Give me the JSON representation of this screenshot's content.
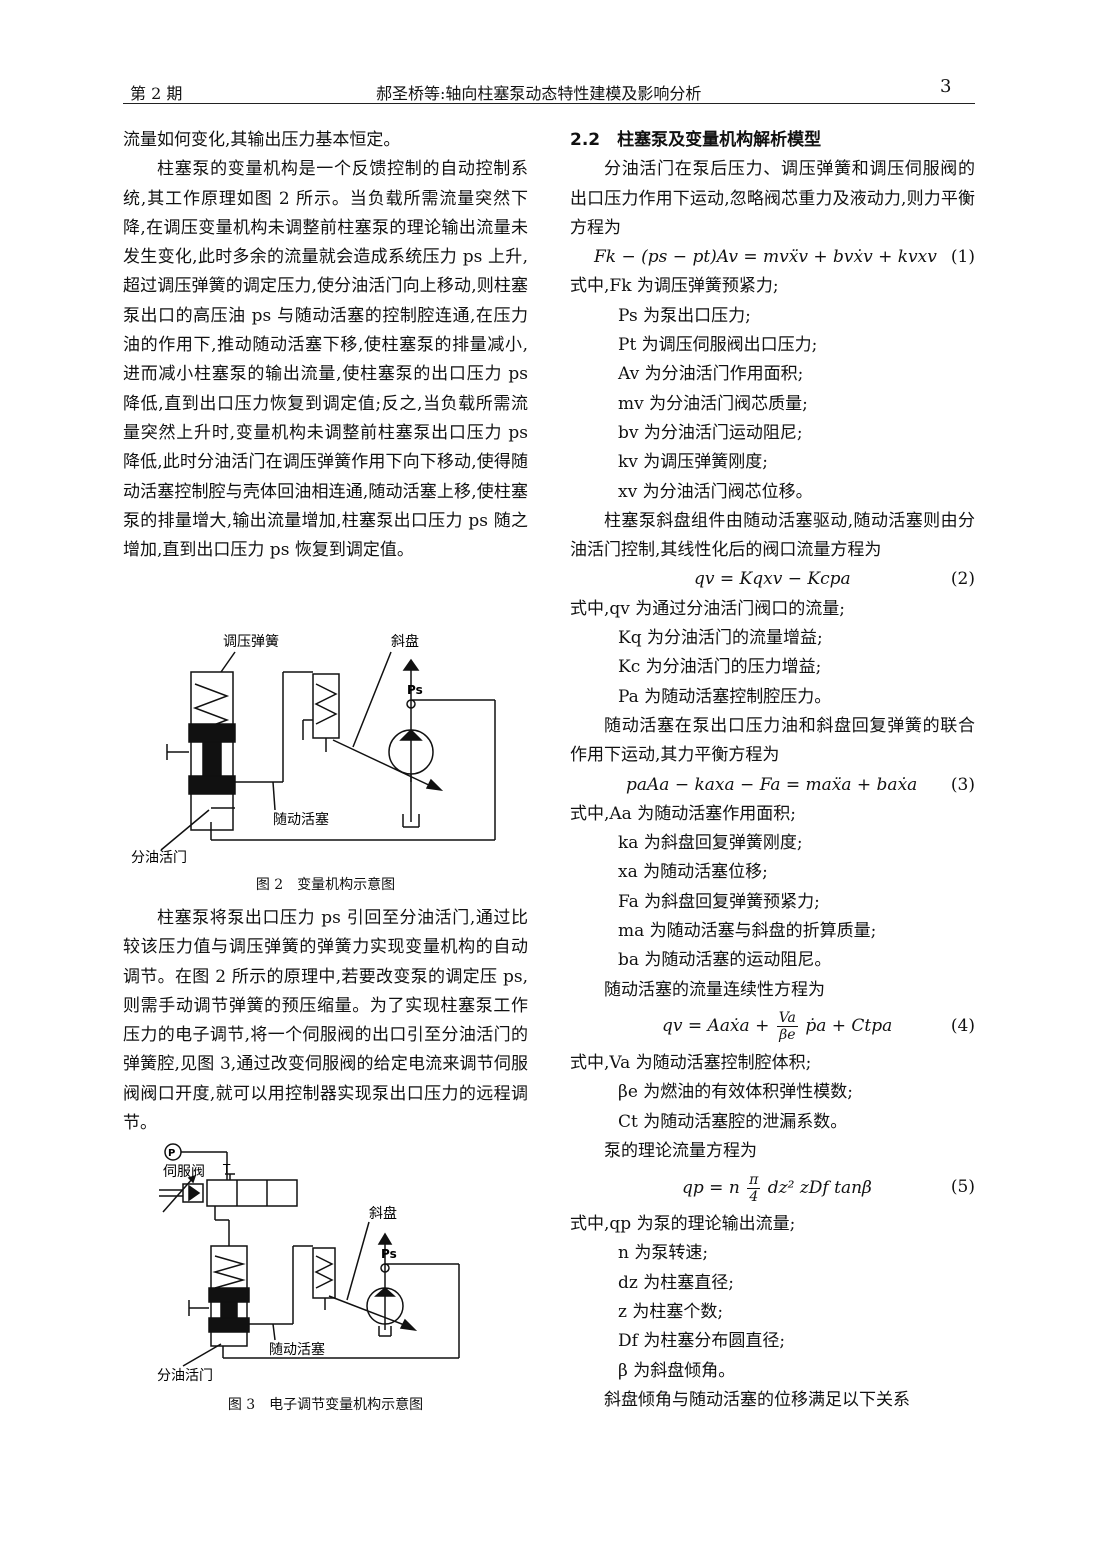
{
  "header": {
    "issue": "第 2 期",
    "title": "郝圣桥等:轴向柱塞泵动态特性建模及影响分析",
    "page_number": "3"
  },
  "left": {
    "p1": "流量如何变化,其输出压力基本恒定。",
    "p2": "柱塞泵的变量机构是一个反馈控制的自动控制系统,其工作原理如图 2 所示。当负载所需流量突然下降,在调压变量机构未调整前柱塞泵的理论输出流量未发生变化,此时多余的流量就会造成系统压力 ps 上升,超过调压弹簧的调定压力,使分油活门向上移动,则柱塞泵出口的高压油 ps 与随动活塞的控制腔连通,在压力油的作用下,推动随动活塞下移,使柱塞泵的排量减小,进而减小柱塞泵的输出流量,使柱塞泵的出口压力 ps 降低,直到出口压力恢复到调定值;反之,当负载所需流量突然上升时,变量机构未调整前柱塞泵出口压力 ps 降低,此时分油活门在调压弹簧作用下向下移动,使得随动活塞控制腔与壳体回油相连通,随动活塞上移,使柱塞泵的排量增大,输出流量增加,柱塞泵出口压力 ps 随之增加,直到出口压力 ps 恢复到调定值。",
    "fig2": {
      "label_spring": "调压弹簧",
      "label_swash": "斜盘",
      "label_ps": "Ps",
      "label_piston": "随动活塞",
      "label_valve": "分油活门",
      "caption": "图 2　变量机构示意图"
    },
    "p3": "柱塞泵将泵出口压力 ps 引回至分油活门,通过比较该压力值与调压弹簧的弹簧力实现变量机构的自动调节。在图 2 所示的原理中,若要改变泵的调定压 ps,则需手动调节弹簧的预压缩量。为了实现柱塞泵工作压力的电子调节,将一个伺服阀的出口引至分油活门的弹簧腔,见图 3,通过改变伺服阀的给定电流来调节伺服阀阀口开度,就可以用控制器实现泵出口压力的远程调节。",
    "fig3": {
      "label_p": "P",
      "label_servo": "伺服阀",
      "label_t": "T",
      "label_swash": "斜盘",
      "label_ps": "Ps",
      "label_piston": "随动活塞",
      "label_valve": "分油活门",
      "caption": "图 3　电子调节变量机构示意图"
    }
  },
  "right": {
    "section": "2.2　柱塞泵及变量机构解析模型",
    "p1": "分油活门在泵后压力、调压弹簧和调压伺服阀的出口压力作用下运动,忽略阀芯重力及液动力,则力平衡方程为",
    "eq1": "Fk − (ps − pt)Av = mvẍv + bvẋv + kvxv",
    "eq1_num": "(1)",
    "d1": [
      "式中,Fk 为调压弹簧预紧力;",
      "Ps 为泵出口压力;",
      "Pt 为调压伺服阀出口压力;",
      "Av 为分油活门作用面积;",
      "mv 为分油活门阀芯质量;",
      "bv 为分油活门运动阻尼;",
      "kv 为调压弹簧刚度;",
      "xv 为分油活门阀芯位移。"
    ],
    "p2": "柱塞泵斜盘组件由随动活塞驱动,随动活塞则由分油活门控制,其线性化后的阀口流量方程为",
    "eq2": "qv = Kqxv − Kcpa",
    "eq2_num": "(2)",
    "d2": [
      "式中,qv 为通过分油活门阀口的流量;",
      "Kq 为分油活门的流量增益;",
      "Kc 为分油活门的压力增益;",
      "Pa 为随动活塞控制腔压力。"
    ],
    "p3": "随动活塞在泵出口压力油和斜盘回复弹簧的联合作用下运动,其力平衡方程为",
    "eq3": "paAa − kaxa − Fa = maẍa + baẋa",
    "eq3_num": "(3)",
    "d3": [
      "式中,Aa 为随动活塞作用面积;",
      "ka 为斜盘回复弹簧刚度;",
      "xa 为随动活塞位移;",
      "Fa 为斜盘回复弹簧预紧力;",
      "ma 为随动活塞与斜盘的折算质量;",
      "ba 为随动活塞的运动阻尼。"
    ],
    "p4": "随动活塞的流量连续性方程为",
    "eq4_a": "qv = Aaẋa +",
    "eq4_num_top": "Va",
    "eq4_den": "βe",
    "eq4_b": "ṗa + Ctpa",
    "eq4_num": "(4)",
    "d4": [
      "式中,Va 为随动活塞控制腔体积;",
      "βe 为燃油的有效体积弹性模数;",
      "Ct 为随动活塞腔的泄漏系数。"
    ],
    "p5": "泵的理论流量方程为",
    "eq5_a": "qp = n",
    "eq5_top": "π",
    "eq5_den": "4",
    "eq5_b": "dz² zDf tanβ",
    "eq5_num": "(5)",
    "d5": [
      "式中,qp 为泵的理论输出流量;",
      "n 为泵转速;",
      "dz 为柱塞直径;",
      "z 为柱塞个数;",
      "Df 为柱塞分布圆直径;",
      "β 为斜盘倾角。"
    ],
    "p6": "斜盘倾角与随动活塞的位移满足以下关系"
  }
}
